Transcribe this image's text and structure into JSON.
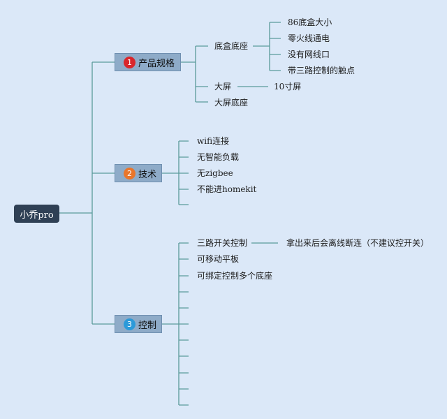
{
  "root": {
    "label": "小乔pro"
  },
  "branches": [
    {
      "number": "1",
      "label": "产品规格",
      "badge_color": "#d9262b",
      "children": [
        {
          "label": "底盒底座",
          "children": [
            "86底盒大小",
            "零火线通电",
            "没有网线口",
            "带三路控制的触点"
          ]
        },
        {
          "label": "大屏",
          "children": [
            "10寸屏"
          ]
        },
        {
          "label": "大屏底座",
          "children": []
        }
      ]
    },
    {
      "number": "2",
      "label": "技术",
      "badge_color": "#e9762b",
      "children": [
        {
          "label": "wifi连接"
        },
        {
          "label": "无智能负载"
        },
        {
          "label": "无zigbee"
        },
        {
          "label": "不能进homekit"
        },
        {
          "label": ""
        }
      ]
    },
    {
      "number": "3",
      "label": "控制",
      "badge_color": "#2c9ad9",
      "children": [
        {
          "label": "三路开关控制",
          "children": [
            "拿出来后会离线断连（不建议控开关）"
          ]
        },
        {
          "label": "可移动平板"
        },
        {
          "label": "可绑定控制多个底座"
        },
        {
          "label": ""
        },
        {
          "label": ""
        },
        {
          "label": ""
        },
        {
          "label": ""
        },
        {
          "label": ""
        },
        {
          "label": ""
        },
        {
          "label": ""
        },
        {
          "label": ""
        }
      ]
    }
  ]
}
